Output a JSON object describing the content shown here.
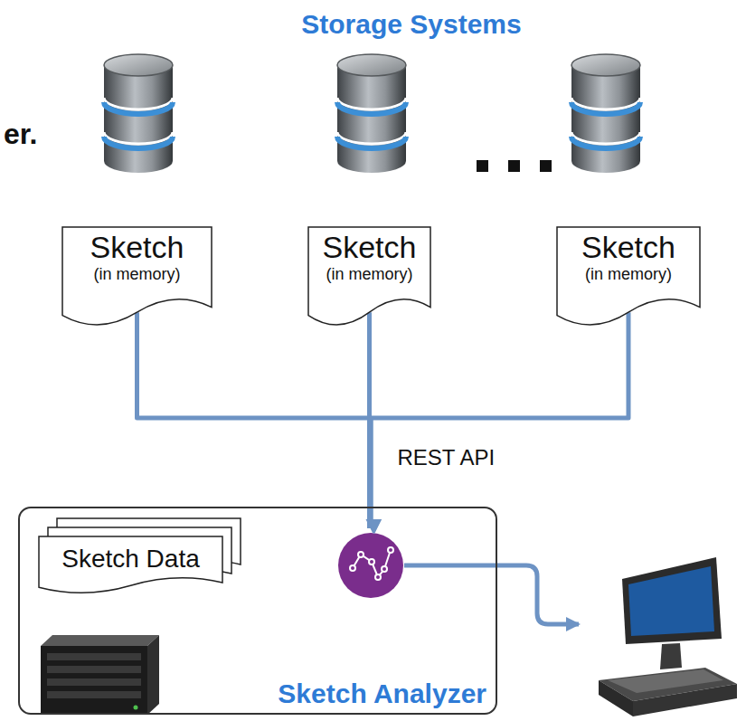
{
  "diagram": {
    "title": "Storage Systems",
    "nodes": [
      {
        "text": [
          "Sketch",
          "(in memory)"
        ]
      },
      {
        "text": [
          "Sketch",
          "(in memory)"
        ]
      },
      {
        "text": [
          "Sketch",
          "(in memory)"
        ]
      },
      {
        "text": [
          "Sketch Analyzer"
        ]
      },
      {
        "text": [
          "Sketch Data"
        ],
        "in": 3
      }
    ],
    "edges": [
      {
        "from": 0,
        "to": 3,
        "arrow": "to"
      },
      {
        "from": 1,
        "to": 3,
        "label": "REST API",
        "arrow": "to"
      },
      {
        "from": 2,
        "to": 3,
        "arrow": "to"
      }
    ],
    "labels": [
      "er."
    ]
  }
}
